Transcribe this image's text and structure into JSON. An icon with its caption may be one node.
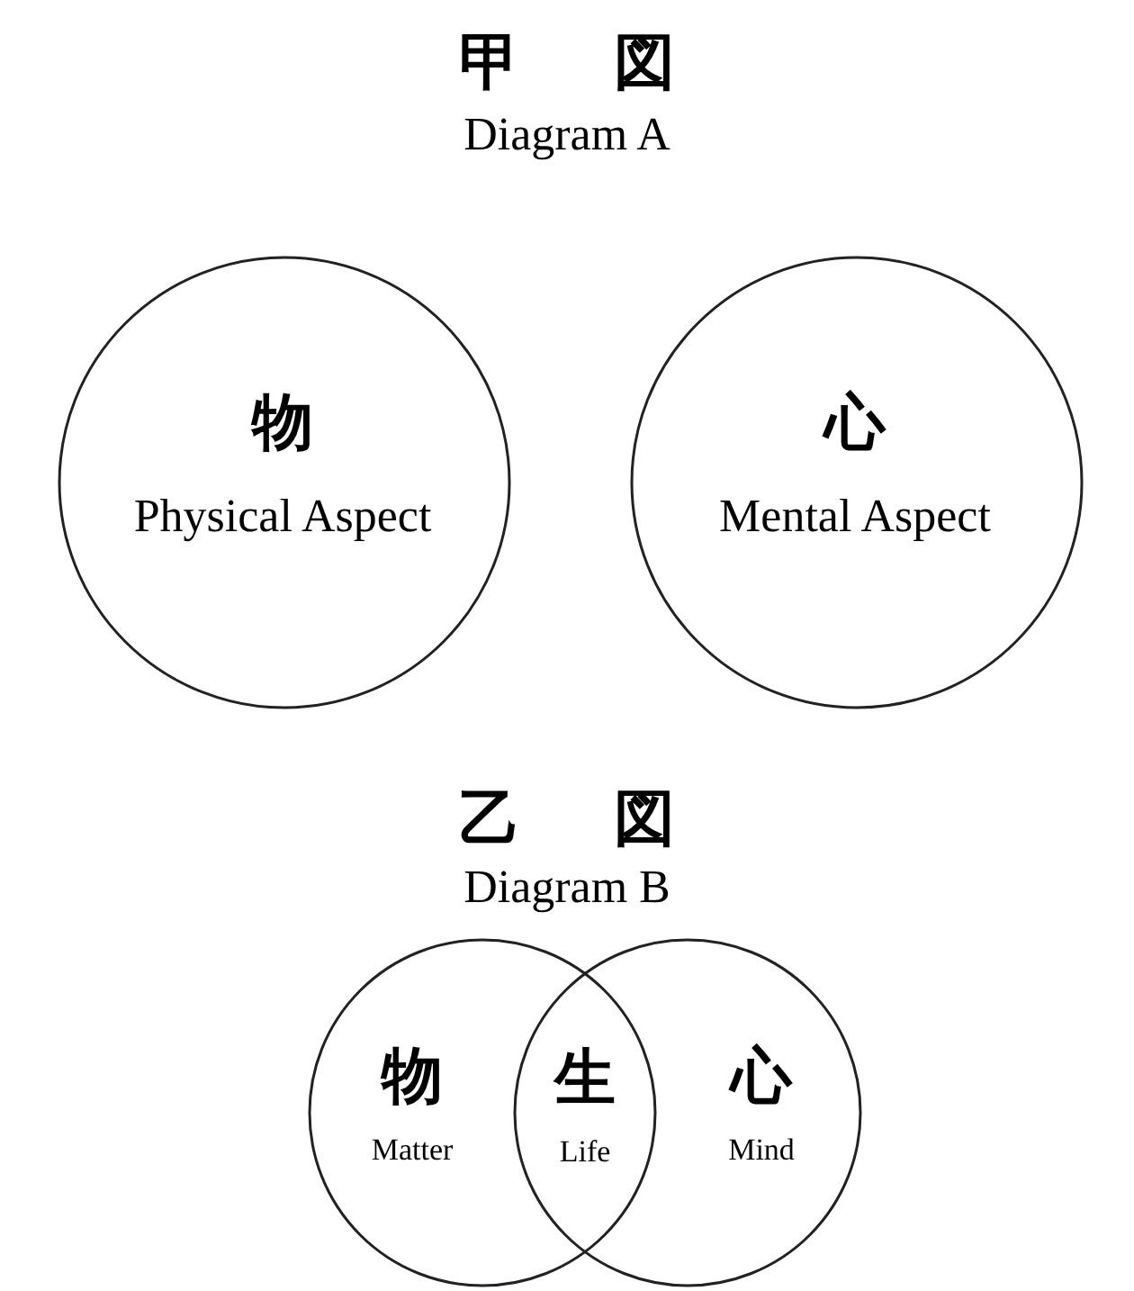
{
  "diagram": {
    "nodes": [
      {
        "text": [
          "物",
          "Physical Aspect"
        ]
      },
      {
        "text": [
          "心",
          "Mental Aspect"
        ]
      },
      {
        "text": [
          "物",
          "Matter"
        ]
      },
      {
        "text": [
          "心",
          "Mind"
        ]
      }
    ],
    "labels": [
      "甲 図",
      "Diagram A",
      "乙 図",
      "Diagram B",
      "生",
      "Life"
    ]
  }
}
